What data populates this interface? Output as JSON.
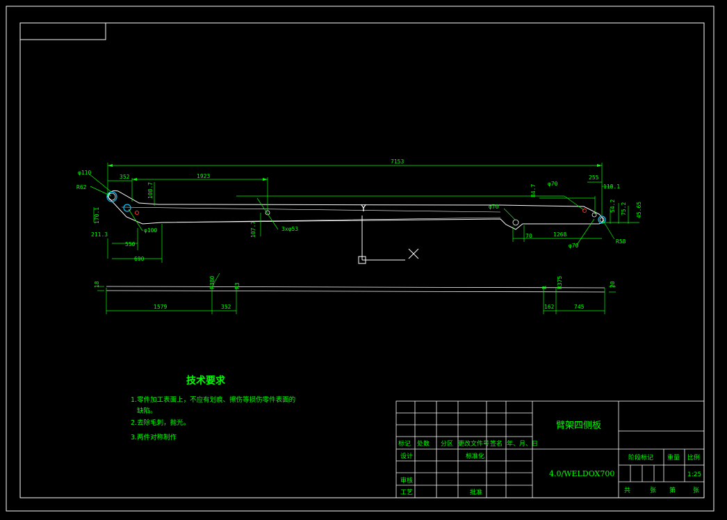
{
  "colors": {
    "background": "#000000",
    "border": "#ffffff",
    "dimension": "#00ff00",
    "part": "#ffffff",
    "marker": "#ff3030",
    "hole": "#00c8ff"
  },
  "dimensions": {
    "top_view": {
      "overall_length": "7153",
      "d1": "352",
      "d2": "1923",
      "d3": "108.7",
      "d4": "170.1",
      "d5": "211.3",
      "d6": "550",
      "d7": "690",
      "d8": "107.7",
      "holes": "3xφ53",
      "phi110": "φ110",
      "r62": "R62",
      "phi100": "φ100",
      "phi70a": "φ70",
      "phi70b": "φ70",
      "phi70c": "φ70",
      "d9": "255",
      "d10": "118.1",
      "d11": "84.7",
      "d12": "70",
      "d13": "1268",
      "r58": "R58",
      "d14": "54.2",
      "d15": "75.2",
      "d16": "45.65"
    },
    "side_view": {
      "t1": "18",
      "s1": "1579",
      "s2": "352",
      "s3": "162",
      "s4": "745",
      "v1": "R380",
      "v2": "R3",
      "v3": "R",
      "v4": "R375",
      "t2": "20"
    }
  },
  "ucs": {
    "y_label": "Y",
    "x_label": "X"
  },
  "technical_requirements": {
    "title": "技术要求",
    "lines": [
      "1.零件加工表面上，不应有划痕、擦伤等损伤零件表面的",
      "   缺陷。",
      "2.去除毛刺，抛光。",
      "3.两件对称制作"
    ]
  },
  "title_block": {
    "part_name": "臂架四侧板",
    "material": "4.0/WELDOX700",
    "row_headers": [
      "标记",
      "处数",
      "分区",
      "更改文件号",
      "签名",
      "年、月、日"
    ],
    "design": "设计",
    "standardization": "标准化",
    "review": "审核",
    "process": "工艺",
    "approval": "批准",
    "stage_mark": "阶段标记",
    "weight": "重量",
    "scale_label": "比例",
    "scale_value": "1:25",
    "sheets_total": "共",
    "sheets_unit": "张",
    "sheet_no": "第",
    "sheet_unit2": "张"
  }
}
